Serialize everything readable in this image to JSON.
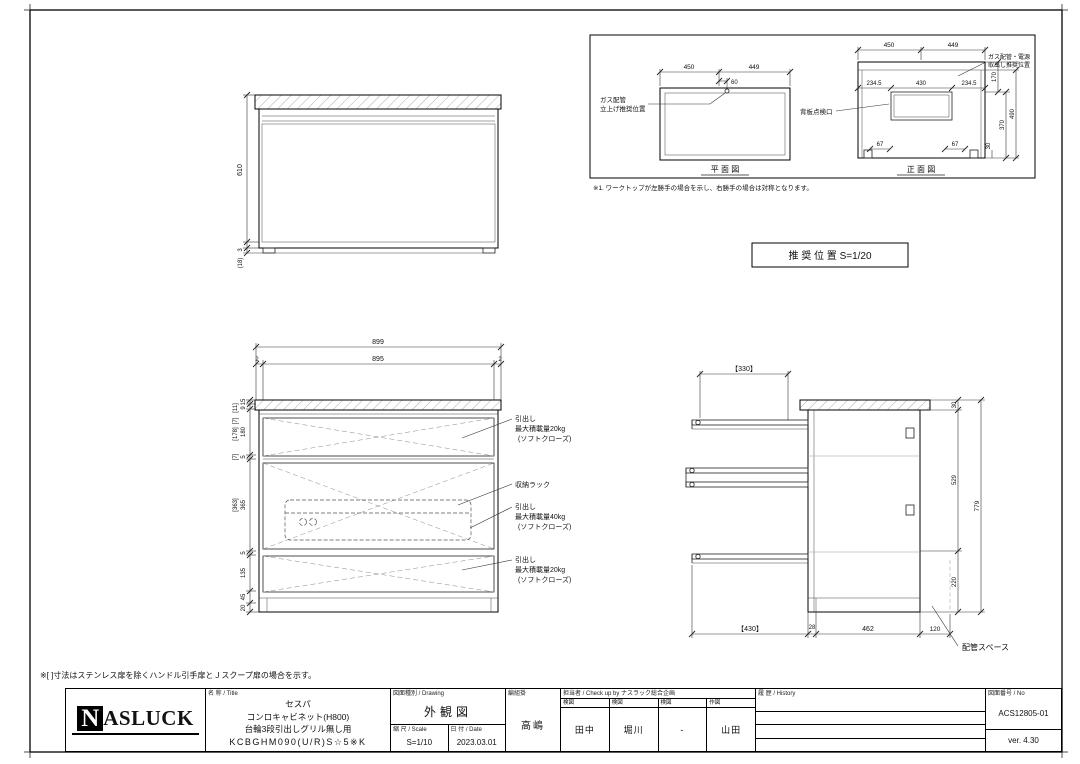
{
  "sheet": {
    "footnote": "※[ ]寸法はステンレス扉を除くハンドル引手扉とＪスクープ扉の場合を示す。"
  },
  "detail": {
    "plan": {
      "dim_450": "450",
      "dim_449": "449",
      "dim_60": "60",
      "gas_label_1": "ガス配管",
      "gas_label_2": "立上げ推奨位置",
      "caption": "平 面 図"
    },
    "front": {
      "dim_450": "450",
      "dim_449": "449",
      "dim_234_l": "234.5",
      "dim_430": "430",
      "dim_234_r": "234.5",
      "dim_170": "170",
      "dim_370": "370",
      "dim_490": "490",
      "dim_30": "30",
      "dim_67_l": "67",
      "dim_67_r": "67",
      "outlet_label_1": "ガス配管・電源",
      "outlet_label_2": "取出し推奨位置",
      "inspection_label": "背板点検口",
      "caption": "正 面 図"
    },
    "note": "※1. ワークトップが左勝手の場合を示し、右勝手の場合は対称となります。",
    "recommend": "推 奨 位 置  S=1/20"
  },
  "elevation": {
    "dim_610": "610",
    "dim_3": "3",
    "dim_18": "(18)"
  },
  "front_view": {
    "dim_899": "899",
    "dim_895": "895",
    "dim_2l": "2",
    "dim_2r": "2",
    "d15": "15",
    "d9": "9",
    "d11": "[11]",
    "d7a": "[7]",
    "d178": "[178]",
    "d180": "180",
    "d7b": "[7]",
    "d5a": "5",
    "d363": "[363]",
    "d365": "365",
    "d5b": "5",
    "d135": "135",
    "d45": "45",
    "d20": "20",
    "drawer_top": [
      "引出し",
      "最大積載量20kg",
      "(ソフトクローズ)"
    ],
    "rack_label": "収納ラック",
    "drawer_mid": [
      "引出し",
      "最大積載量40kg",
      "(ソフトクローズ)"
    ],
    "drawer_bot": [
      "引出し",
      "最大積載量20kg",
      "(ソフトクローズ)"
    ]
  },
  "side_view": {
    "dim_330": "【330】",
    "dim_30": "30",
    "dim_529": "529",
    "dim_779": "779",
    "dim_220": "220",
    "dim_430": "【430】",
    "dim_28": "28",
    "dim_462": "462",
    "dim_120": "120",
    "pipe_label": "配管スペース"
  },
  "title_block": {
    "logo_n": "N",
    "logo_rest": "ASLUCK",
    "title_header": "名 称 / Title",
    "title_lines": [
      "セスパ",
      "コンロキャビネット(H800)",
      "台輪3段引出しグリル無し用",
      "KCBGHM090(U/R)S☆5※K"
    ],
    "drawing_header": "図面種別 / Drawing",
    "drawing_type": "外観図",
    "scale_header": "縮 尺 / Scale",
    "scale": "S=1/10",
    "date_header": "日 付 / Date",
    "date": "2023.03.01",
    "staff_header": "編組掛",
    "staff": "高嶋",
    "checkup_header": "担当者 / Check up by ナスラック総合企画",
    "checkers": [
      {
        "role": "検図",
        "name": "田中"
      },
      {
        "role": "検図",
        "name": "堀川"
      },
      {
        "role": "検図",
        "name": "-"
      },
      {
        "role": "作図",
        "name": "山田"
      }
    ],
    "history_header": "履 歴 / History",
    "no_header": "図面番号 / No",
    "drawing_no": "ACS12805-01",
    "version": "ver. 4.30"
  }
}
